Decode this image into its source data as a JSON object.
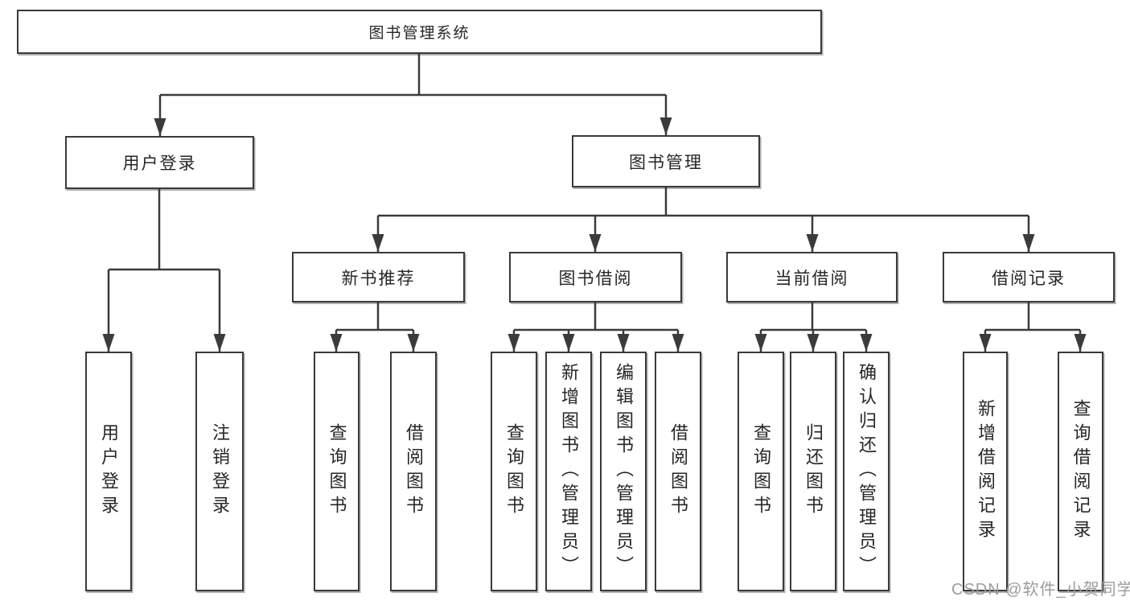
{
  "tree": {
    "label": "图书管理系统",
    "children": [
      {
        "label": "用户登录",
        "children": [
          {
            "label": "用户登录"
          },
          {
            "label": "注销登录"
          }
        ]
      },
      {
        "label": "图书管理",
        "children": [
          {
            "label": "新书推荐",
            "children": [
              {
                "label": "查询图书"
              },
              {
                "label": "借阅图书"
              }
            ]
          },
          {
            "label": "图书借阅",
            "children": [
              {
                "label": "查询图书"
              },
              {
                "label": "新增图书（管理员）"
              },
              {
                "label": "编辑图书（管理员）"
              },
              {
                "label": "借阅图书"
              }
            ]
          },
          {
            "label": "当前借阅",
            "children": [
              {
                "label": "查询图书"
              },
              {
                "label": "归还图书"
              },
              {
                "label": "确认归还（管理员）"
              }
            ]
          },
          {
            "label": "借阅记录",
            "children": [
              {
                "label": "新增借阅记录"
              },
              {
                "label": "查询借阅记录"
              }
            ]
          }
        ]
      }
    ]
  },
  "watermark": "CSDN @软件_小贺同学",
  "colors": {
    "line": "#3b3b3b",
    "box_border": "#3a3a3a",
    "text": "#262626",
    "watermark": "#9c9c9c",
    "background": "#ffffff"
  }
}
